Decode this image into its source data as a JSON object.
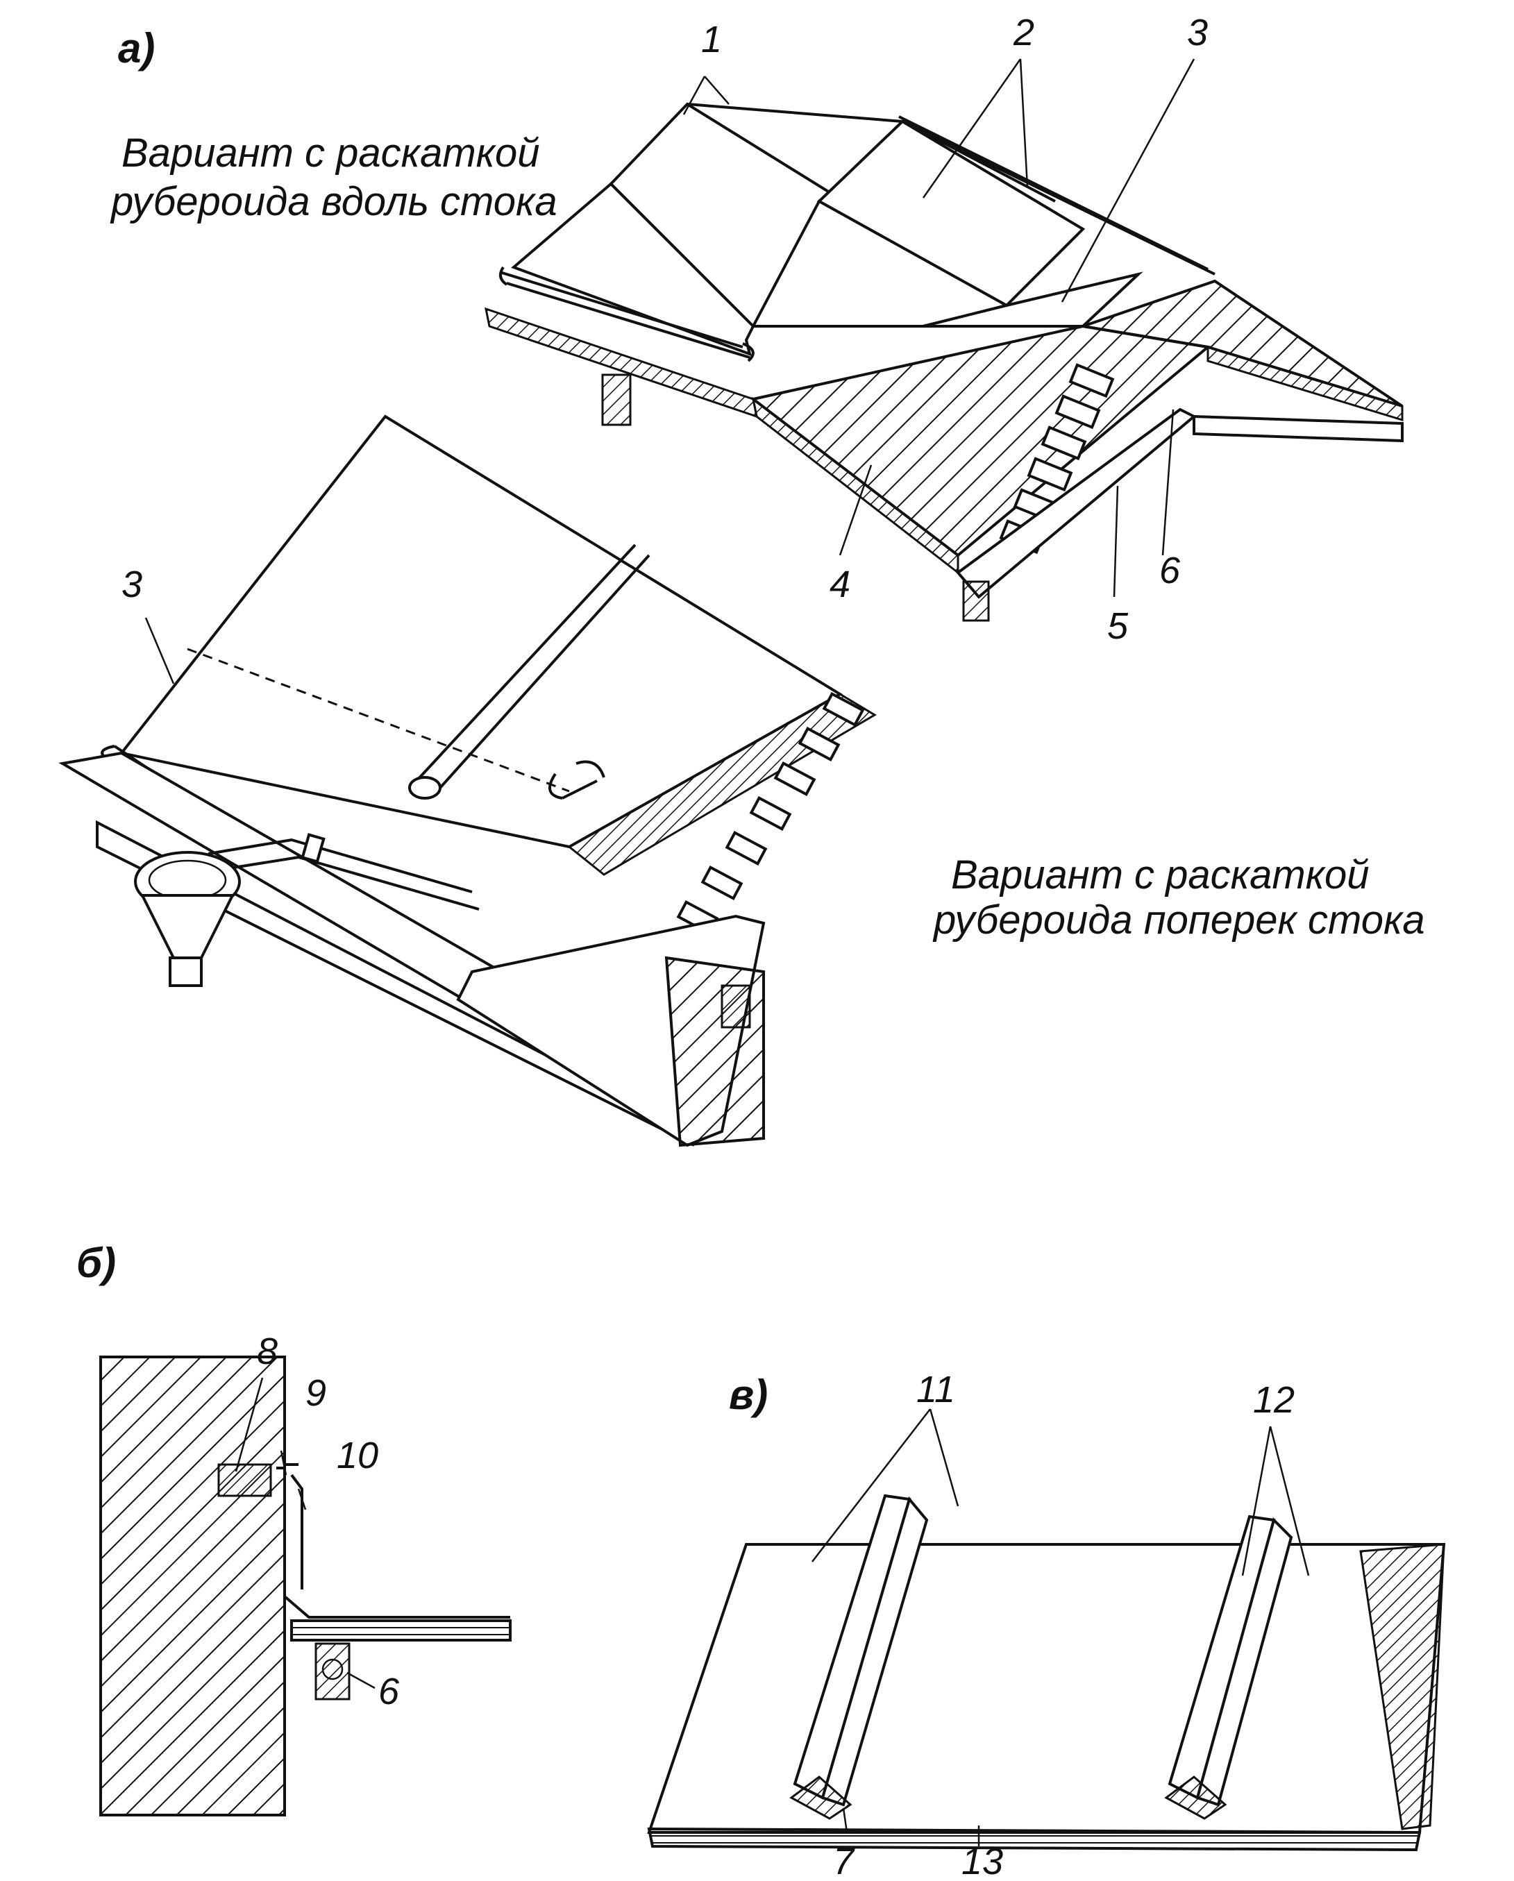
{
  "parts": {
    "a": "а)",
    "b": "б)",
    "v": "в)"
  },
  "captions": {
    "along_line1": "Вариант с раскаткой",
    "along_line2": "рубероида вдоль стока",
    "across_line1": "Вариант с раскаткой",
    "across_line2": "рубероида поперек стока"
  },
  "callouts": {
    "n1": "1",
    "n2": "2",
    "n3_top": "3",
    "n3_left": "3",
    "n4": "4",
    "n5": "5",
    "n6_a": "6",
    "n6_b": "6",
    "n7": "7",
    "n8": "8",
    "n9": "9",
    "n10": "10",
    "n11": "11",
    "n12": "12",
    "n13": "13"
  }
}
